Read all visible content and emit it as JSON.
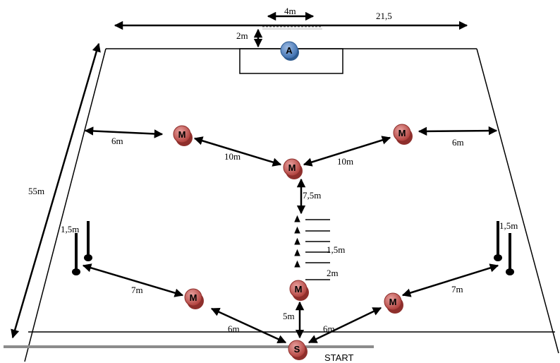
{
  "labels": {
    "width_total": "21,5",
    "goal_width": "4m",
    "goal_depth": "2m",
    "length": "55m",
    "side_left_6": "6m",
    "side_right_6": "6m",
    "diag_left_10": "10m",
    "diag_right_10": "10m",
    "center_75": "7,5m",
    "pole_left": "1,5m",
    "pole_right": "1,5m",
    "ladder_15": "1,5m",
    "ladder_2": "2m",
    "lower_left_7": "7m",
    "lower_right_7": "7m",
    "start_left_6": "6m",
    "start_right_6": "6m",
    "center_5": "5m",
    "start": "START"
  },
  "players": {
    "goalkeeper": "A",
    "mid_left": "M",
    "mid_right": "M",
    "mid_center": "M",
    "low_left": "M",
    "low_center": "M",
    "low_right": "M",
    "start": "S"
  },
  "colors": {
    "player_red": "#c0504d",
    "player_blue": "#4f81bd",
    "line": "#000000",
    "start_bar": "#8c8c8c"
  }
}
